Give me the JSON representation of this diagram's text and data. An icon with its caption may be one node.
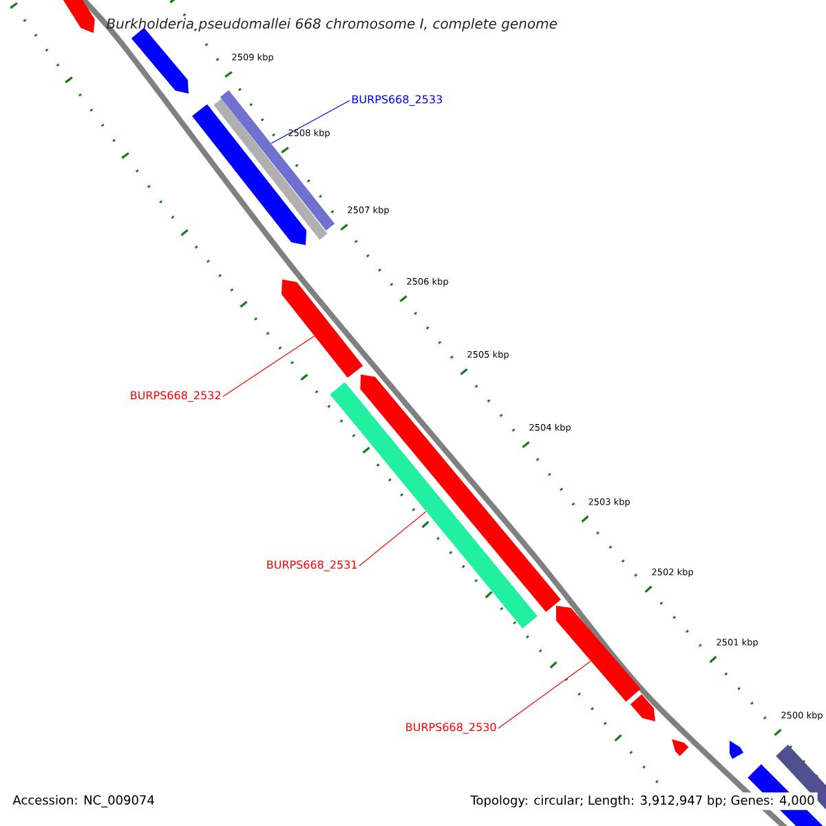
{
  "diagram": {
    "title": "Burkholderia pseudomallei 668 chromosome I, complete genome",
    "nodes": [
      {
        "text": [
          "BURPS668_2533"
        ]
      },
      {
        "text": [],
        "shape": "bar"
      },
      {
        "text": [
          "BURPS668_2532"
        ]
      },
      {
        "text": [],
        "shape": "bar"
      },
      {
        "text": [
          "BURPS668_2531"
        ]
      },
      {
        "text": [],
        "shape": "bar"
      },
      {
        "text": [
          "BURPS668_2530"
        ]
      },
      {
        "text": [],
        "shape": "bar"
      }
    ],
    "edges": [
      {
        "from": 0,
        "to": 1,
        "arrow": "none",
        "color": "#0000ff"
      },
      {
        "from": 2,
        "to": 3,
        "arrow": "none"
      },
      {
        "from": 4,
        "to": 5,
        "arrow": "none"
      },
      {
        "from": 6,
        "to": 7,
        "arrow": "none"
      }
    ],
    "labels": [
      "2509 kbp",
      "2508 kbp",
      "2507 kbp",
      "2506 kbp",
      "2505 kbp",
      "2504 kbp",
      "2503 kbp",
      "2502 kbp",
      "2501 kbp",
      "2500 kbp",
      "Accession: NC_009074",
      "Topology: circular; Length: 3,912,947 bp; Genes: 4,000"
    ]
  }
}
